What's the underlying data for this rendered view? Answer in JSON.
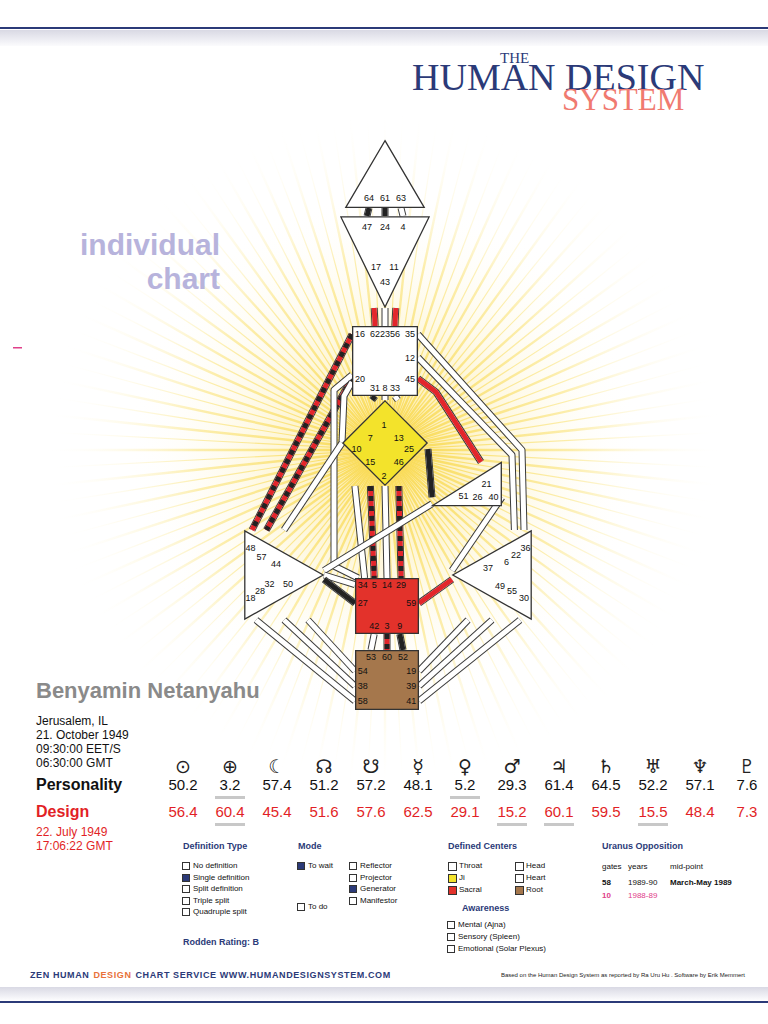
{
  "diagram": {
    "title": "individual chart",
    "nodes": [
      {
        "text": [
          "64",
          "61",
          "63"
        ]
      },
      {
        "text": [
          "47",
          "24",
          "4",
          "17",
          "11",
          "43"
        ]
      },
      {
        "text": [
          "16",
          "62",
          "23",
          "56",
          "35",
          "12",
          "20",
          "31",
          "8",
          "33",
          "45"
        ]
      },
      {
        "text": [
          "7",
          "1",
          "13",
          "10",
          "25",
          "15",
          "46",
          "2"
        ]
      },
      {
        "text": [
          "21",
          "51",
          "26",
          "40"
        ]
      },
      {
        "text": [
          "48",
          "57",
          "44",
          "50",
          "18",
          "28",
          "32"
        ]
      },
      {
        "text": [
          "36",
          "22",
          "6",
          "37",
          "49",
          "55",
          "30"
        ]
      },
      {
        "text": [
          "34",
          "5",
          "14",
          "29",
          "27",
          "59",
          "42",
          "3",
          "9"
        ]
      },
      {
        "text": [
          "53",
          "60",
          "52",
          "54",
          "38",
          "58",
          "19",
          "39",
          "41"
        ]
      }
    ],
    "edges": [
      {
        "from": 0,
        "to": 1,
        "arrow": "none"
      },
      {
        "from": 0,
        "to": 1,
        "arrow": "none"
      },
      {
        "from": 0,
        "to": 1,
        "arrow": "none"
      },
      {
        "from": 1,
        "to": 2,
        "arrow": "none"
      },
      {
        "from": 1,
        "to": 2,
        "arrow": "none"
      },
      {
        "from": 1,
        "to": 2,
        "arrow": "none"
      },
      {
        "from": 2,
        "to": 5,
        "arrow": "none"
      },
      {
        "from": 2,
        "to": 5,
        "arrow": "none"
      },
      {
        "from": 2,
        "to": 7,
        "arrow": "none"
      },
      {
        "from": 2,
        "to": 3,
        "arrow": "none"
      },
      {
        "from": 2,
        "to": 3,
        "arrow": "none"
      },
      {
        "from": 2,
        "to": 3,
        "arrow": "none"
      },
      {
        "from": 2,
        "to": 4,
        "arrow": "none"
      },
      {
        "from": 2,
        "to": 6,
        "arrow": "none"
      },
      {
        "from": 2,
        "to": 6,
        "arrow": "none"
      },
      {
        "from": 2,
        "to": 3,
        "arrow": "none"
      },
      {
        "from": 3,
        "to": 5,
        "arrow": "none"
      },
      {
        "from": 3,
        "to": 7,
        "arrow": "none"
      },
      {
        "from": 3,
        "to": 7,
        "arrow": "none"
      },
      {
        "from": 3,
        "to": 7,
        "arrow": "none"
      },
      {
        "from": 3,
        "to": 7,
        "arrow": "none"
      },
      {
        "from": 3,
        "to": 4,
        "arrow": "none"
      },
      {
        "from": 4,
        "to": 5,
        "arrow": "none"
      },
      {
        "from": 4,
        "to": 6,
        "arrow": "none"
      },
      {
        "from": 5,
        "to": 7,
        "arrow": "none"
      },
      {
        "from": 5,
        "to": 7,
        "arrow": "none"
      },
      {
        "from": 7,
        "to": 6,
        "arrow": "none"
      },
      {
        "from": 7,
        "to": 8,
        "arrow": "none"
      },
      {
        "from": 7,
        "to": 8,
        "arrow": "none"
      },
      {
        "from": 7,
        "to": 8,
        "arrow": "none"
      },
      {
        "from": 8,
        "to": 5,
        "arrow": "none"
      },
      {
        "from": 8,
        "to": 5,
        "arrow": "none"
      },
      {
        "from": 8,
        "to": 5,
        "arrow": "none"
      },
      {
        "from": 8,
        "to": 6,
        "arrow": "none"
      },
      {
        "from": 8,
        "to": 6,
        "arrow": "none"
      },
      {
        "from": 8,
        "to": 6,
        "arrow": "none"
      }
    ],
    "labels": [
      "THE",
      "HUMAN DESIGN",
      "SYSTEM",
      "Benyamin Netanyahu",
      "Jerusalem, IL",
      "21. October 1949",
      "09:30:00 EET/S",
      "06:30:00 GMT",
      "Personality",
      "Design",
      "22. July 1949",
      "17:06:22 GMT",
      "⊙",
      "⊕",
      "☾",
      "☊",
      "☋",
      "☿",
      "♀",
      "♂",
      "♃",
      "♄",
      "♅",
      "♆",
      "♇",
      "50.2",
      "3.2",
      "57.4",
      "51.2",
      "57.2",
      "48.1",
      "5.2",
      "29.3",
      "61.4",
      "64.5",
      "52.2",
      "57.1",
      "7.6",
      "56.4",
      "60.4",
      "45.4",
      "51.6",
      "57.6",
      "62.5",
      "29.1",
      "15.2",
      "60.1",
      "59.5",
      "15.5",
      "48.4",
      "7.3",
      "Definition Type",
      "No definition",
      "Single definition",
      "Split definition",
      "Triple split",
      "Quadruple split",
      "Mode",
      "To wait",
      "To do",
      "Reflector",
      "Projector",
      "Generator",
      "Manifestor",
      "Defined Centers",
      "Awareness",
      "Mental (Ajna)",
      "Sensory (Spleen)",
      "Emotional (Solar Plexus)",
      "Uranus Opposition",
      "gates",
      "years",
      "mid-point",
      "58",
      "1989-90",
      "March-May 1989",
      "10",
      "1988-89",
      "Rodden Rating: B",
      "ZEN HUMAN",
      "DESIGN",
      "CHART SERVICE WWW.HUMANDESIGNSYSTEM.COM",
      "Based on the Human Design System as reported by Ra Uru Hu . Software by Erik Memmert"
    ],
    "legend": [
      {
        "text": "Throat",
        "color": "#ffffff"
      },
      {
        "text": "Head",
        "color": "#ffffff"
      },
      {
        "text": "Ji",
        "color": "#f3e32b"
      },
      {
        "text": "Heart",
        "color": "#ffffff"
      },
      {
        "text": "Sacral",
        "color": "#e3322b"
      },
      {
        "text": "Root",
        "color": "#a5774c"
      }
    ]
  }
}
